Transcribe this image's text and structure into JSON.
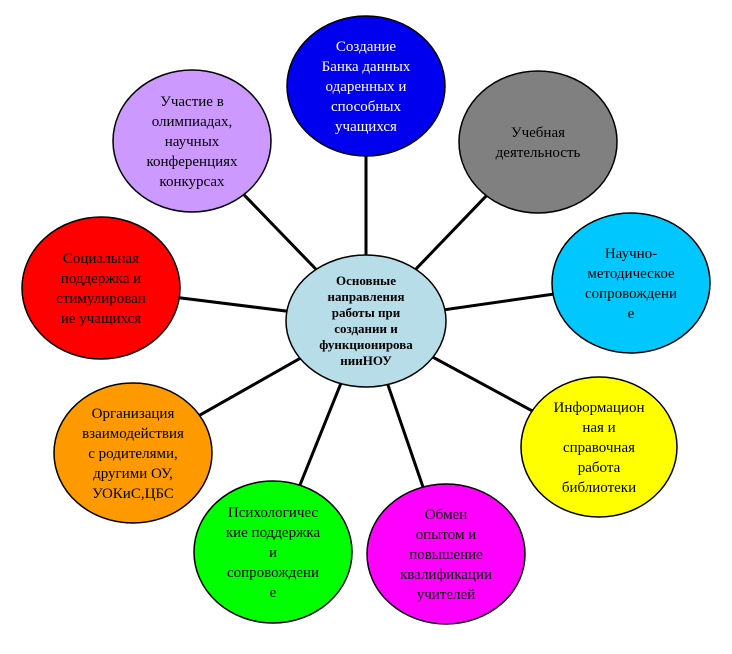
{
  "center": {
    "lines": [
      "Основные",
      "направления",
      "работы при",
      "создании  и",
      "функционирова",
      "нииНОУ"
    ],
    "color": "#b7dde8"
  },
  "nodes": [
    {
      "id": "bank",
      "lines": [
        "Создание",
        "Банка данных",
        "одаренных и",
        "способных",
        "учащихся"
      ],
      "color": "#0000ee",
      "text_color": "#ffffff"
    },
    {
      "id": "study",
      "lines": [
        "Учебная",
        "деятельность"
      ],
      "color": "#808080",
      "text_color": "#000000"
    },
    {
      "id": "method",
      "lines": [
        "Научно-",
        "методическое",
        "сопровождени",
        "е"
      ],
      "color": "#00c8ff",
      "text_color": "#000000"
    },
    {
      "id": "library",
      "lines": [
        "Информацион",
        "ная и",
        "справочная",
        "работа",
        "библиотеки"
      ],
      "color": "#ffff00",
      "text_color": "#000000"
    },
    {
      "id": "teachers",
      "lines": [
        "Обмен",
        "опытом и",
        "повышение",
        "квалификации",
        "учителей"
      ],
      "color": "#ff00ff",
      "text_color": "#000000"
    },
    {
      "id": "psych",
      "lines": [
        "Психологичес",
        "кие поддержка",
        "и",
        "сопровождени",
        "е"
      ],
      "color": "#00ff00",
      "text_color": "#000000"
    },
    {
      "id": "parents",
      "lines": [
        "Организация",
        "взаимодействия",
        "с родителями,",
        "другими ОУ,",
        "УОКиС,ЦБС"
      ],
      "color": "#ff9900",
      "text_color": "#000000"
    },
    {
      "id": "social",
      "lines": [
        "Социальная",
        "поддержка и",
        "стимулирован",
        "ие учащихся"
      ],
      "color": "#ff0000",
      "text_color": "#000000"
    },
    {
      "id": "olymp",
      "lines": [
        "Участие в",
        "олимпиадах,",
        "научных",
        "конференциях",
        "конкурсах"
      ],
      "color": "#cc99ff",
      "text_color": "#000000"
    }
  ]
}
